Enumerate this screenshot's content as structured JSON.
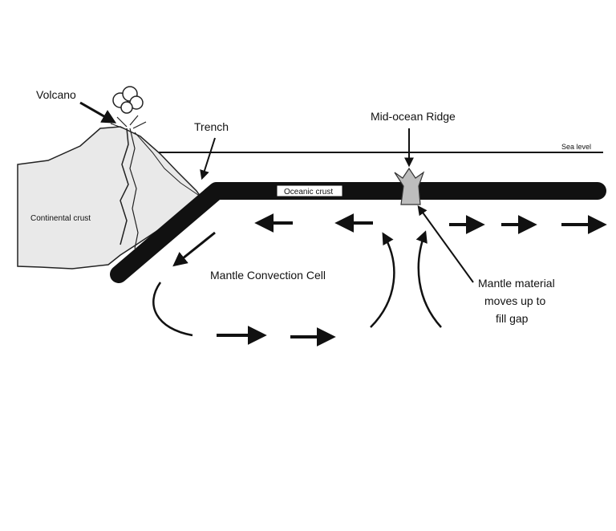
{
  "diagram": {
    "labels": {
      "volcano": "Volcano",
      "trench": "Trench",
      "mid_ocean_ridge": "Mid-ocean Ridge",
      "sea_level": "Sea level",
      "oceanic_crust": "Oceanic crust",
      "continental_crust": "Continental crust",
      "mantle_convection_cell": "Mantle Convection Cell",
      "mantle_material_line1": "Mantle material",
      "mantle_material_line2": "moves up to",
      "mantle_material_line3": "fill gap"
    },
    "colors": {
      "ink": "#111111",
      "crust_fill": "#e9e9e9",
      "oceanic_crust": "#111111",
      "label_box": "#ffffff"
    }
  }
}
